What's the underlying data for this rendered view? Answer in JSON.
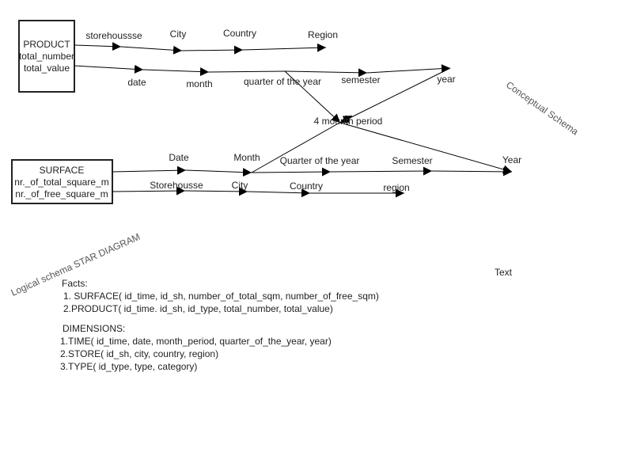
{
  "entities": {
    "product": {
      "title": "PRODUCT",
      "attr1": "total_number",
      "attr2": "total_value"
    },
    "surface": {
      "title": "SURFACE",
      "attr1": "nr._of_total_square_m",
      "attr2": "nr._of_free_square_m"
    }
  },
  "labels": {
    "product_storehouse": "storehoussse",
    "product_city": "City",
    "product_country": "Country",
    "product_region": "Region",
    "product_date": "date",
    "product_month": "month",
    "product_quarter": "quarter of the year",
    "product_semester": "semester",
    "product_year": "year",
    "four_month": "4 mounth period",
    "surface_date": "Date",
    "surface_month": "Month",
    "surface_quarter": "Quarter of the year",
    "surface_semester": "Semester",
    "surface_year": "Year",
    "surface_storehouse": "Storehousse",
    "surface_city": "City",
    "surface_country": "Country",
    "surface_region": "region",
    "conceptual_schema": "Conceptual Schema",
    "logical_schema": "Logical schema STAR DIAGRAM",
    "text_label": "Text"
  },
  "logical": {
    "facts_heading": "Facts:",
    "facts": [
      "1. SURFACE( id_time, id_sh, number_of_total_sqm, number_of_free_sqm)",
      "2.PRODUCT( id_time. id_sh, id_type, total_number, total_value)"
    ],
    "dimensions_heading": "DIMENSIONS:",
    "dimensions": [
      "1.TIME( id_time, date, month_period, quarter_of_the_year, year)",
      "2.STORE( id_sh, city, country, region)",
      "3.TYPE( id_type, type, category)"
    ]
  }
}
